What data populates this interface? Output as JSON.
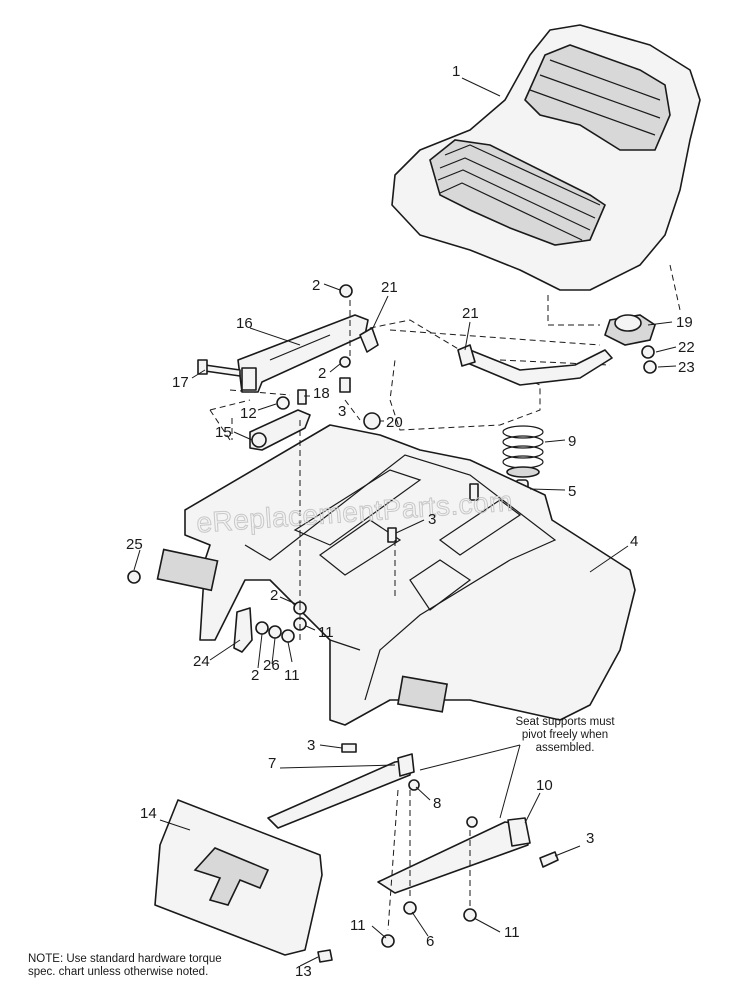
{
  "watermark": "eReplacementParts.com",
  "callouts": [
    "1",
    "2",
    "21",
    "16",
    "21",
    "19",
    "22",
    "23",
    "17",
    "2",
    "12",
    "18",
    "3",
    "20",
    "15",
    "9",
    "5",
    "3",
    "25",
    "4",
    "2",
    "11",
    "24",
    "2",
    "26",
    "11",
    "3",
    "7",
    "8",
    "10",
    "14",
    "3",
    "11",
    "6",
    "11",
    "13"
  ],
  "seat_note": "Seat supports must pivot freely when assembled.",
  "note": "NOTE: Use standard hardware torque spec. chart unless otherwise noted."
}
